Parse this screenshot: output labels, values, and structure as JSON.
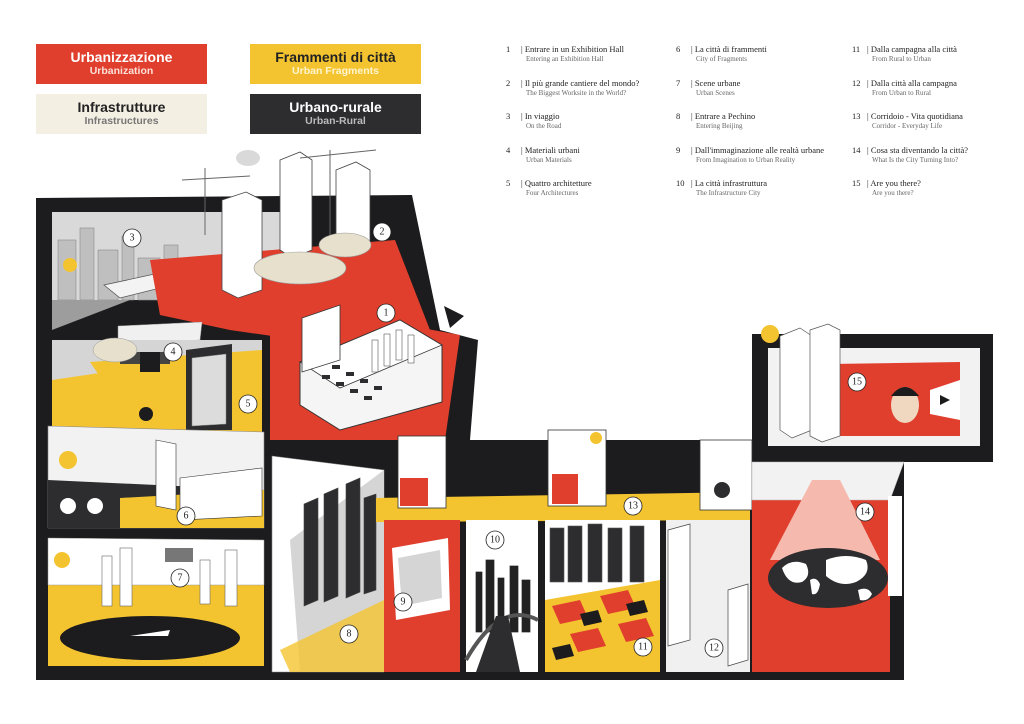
{
  "legend": [
    {
      "it": "Urbanizzazione",
      "en": "Urbanization",
      "bg": "#e03f2d",
      "it_color": "#ffffff",
      "en_color": "#fbe0d8"
    },
    {
      "it": "Frammenti di città",
      "en": "Urban Fragments",
      "bg": "#f4c430",
      "it_color": "#222222",
      "en_color": "#fff4d0"
    },
    {
      "it": "Infrastrutture",
      "en": "Infrastructures",
      "bg": "#f4efe3",
      "it_color": "#222222",
      "en_color": "#777777"
    },
    {
      "it": "Urbano-rurale",
      "en": "Urban-Rural",
      "bg": "#2d2c2f",
      "it_color": "#ffffff",
      "en_color": "#bbbbbb"
    }
  ],
  "index": [
    [
      {
        "num": "1",
        "it": "| Entrare in un Exhibition Hall",
        "en": "Entering an Exhibition Hall"
      },
      {
        "num": "2",
        "it": "| Il più grande cantiere del mondo?",
        "en": "The Biggest Worksite in the World?"
      },
      {
        "num": "3",
        "it": "| In viaggio",
        "en": "On the Road"
      },
      {
        "num": "4",
        "it": "| Materiali urbani",
        "en": "Urban Materials"
      },
      {
        "num": "5",
        "it": "| Quattro architetture",
        "en": "Four Architectures"
      }
    ],
    [
      {
        "num": "6",
        "it": "| La città di frammenti",
        "en": "City of Fragments"
      },
      {
        "num": "7",
        "it": "| Scene urbane",
        "en": "Urban Scenes"
      },
      {
        "num": "8",
        "it": "| Entrare a Pechino",
        "en": "Entering Beijing"
      },
      {
        "num": "9",
        "it": "| Dall'immaginazione alle realtà urbane",
        "en": "From Imagination to Urban Reality"
      },
      {
        "num": "10",
        "it": "| La città infrastruttura",
        "en": "The Infrastructure City"
      }
    ],
    [
      {
        "num": "11",
        "it": "| Dalla campagna alla città",
        "en": "From Rural to Urban"
      },
      {
        "num": "12",
        "it": "| Dalla città alla campagna",
        "en": "From Urban to Rural"
      },
      {
        "num": "13",
        "it": "| Corridoio - Vita quotidiana",
        "en": "Corridor - Everyday Life"
      },
      {
        "num": "14",
        "it": "| Cosa sta diventando la città?",
        "en": "What Is the City Turning Into?"
      },
      {
        "num": "15",
        "it": "| Are you there?",
        "en": "Are you there?"
      }
    ]
  ],
  "rooms": [
    "1",
    "2",
    "3",
    "4",
    "5",
    "6",
    "7",
    "8",
    "9",
    "10",
    "11",
    "12",
    "13",
    "14",
    "15"
  ],
  "colors": {
    "red": "#e03f2d",
    "yellow": "#f4c430",
    "cream": "#f4efe3",
    "dark": "#2d2c2f",
    "wall": "#1c1b1d",
    "grey": "#bdbdbd"
  }
}
